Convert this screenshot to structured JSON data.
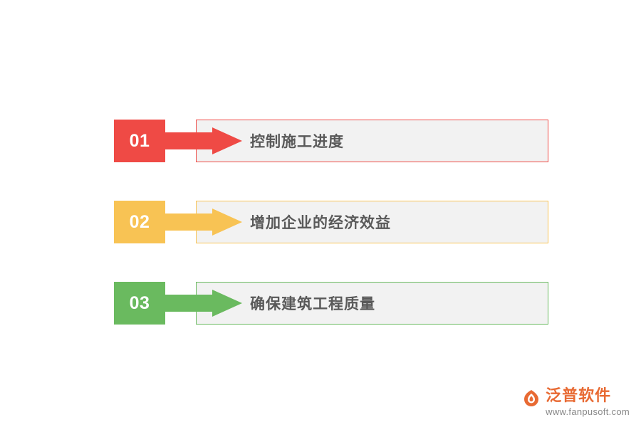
{
  "diagram": {
    "type": "arrow-list",
    "rows": [
      {
        "number": "01",
        "text": "控制施工进度",
        "color": "#ef4a45",
        "panel_border": "#ef4a45",
        "panel_bg": "#f2f2f2"
      },
      {
        "number": "02",
        "text": "增加企业的经济效益",
        "color": "#f8c354",
        "panel_border": "#f8c354",
        "panel_bg": "#f2f2f2"
      },
      {
        "number": "03",
        "text": "确保建筑工程质量",
        "color": "#6aba5f",
        "panel_border": "#6aba5f",
        "panel_bg": "#f2f2f2"
      }
    ]
  },
  "logo": {
    "mark_name": "fanpu-flame-icon",
    "title": "泛普软件",
    "url": "www.fanpusoft.com",
    "brand_color": "#e86a33",
    "url_color": "#888888"
  }
}
